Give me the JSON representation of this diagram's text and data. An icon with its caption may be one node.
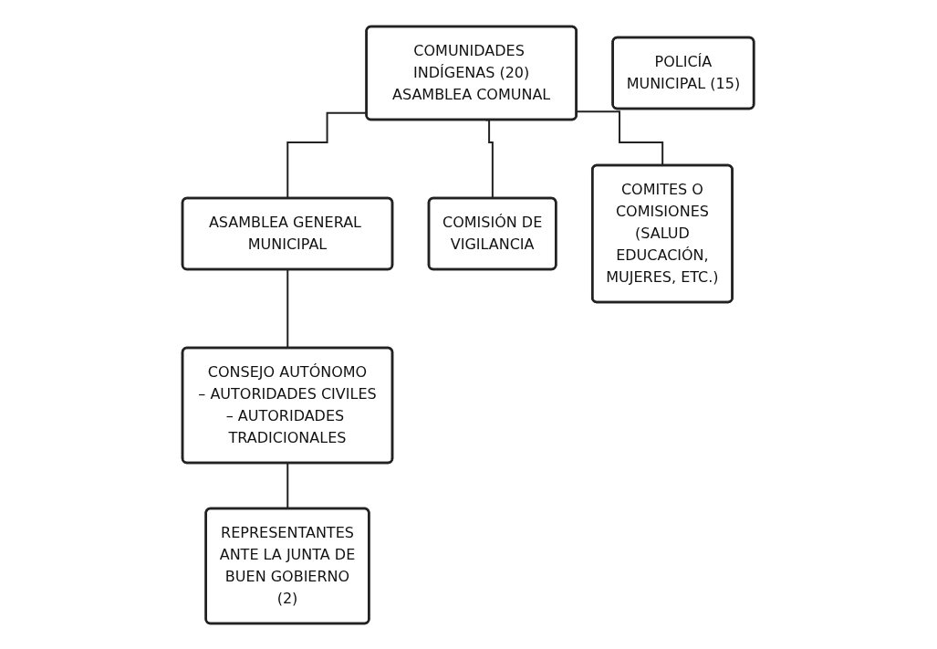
{
  "diagram": {
    "nodes": [
      {
        "text": [
          "COMUNIDADES INDÍGENAS (20)",
          "ASAMBLEA COMUNAL"
        ]
      },
      {
        "text": [
          "ASAMBLEA GENERAL MUNICIPAL"
        ]
      },
      {
        "text": [
          "COMISIÓN DE VIGILANCIA"
        ]
      },
      {
        "text": [
          "CONSEJO AUTÓNOMO",
          "– AUTORIDADES CIVILES",
          "– AUTORIDADES TRADICIONALES"
        ]
      },
      {
        "text": [
          "POLICÍA",
          "MUNICIPAL (15)"
        ]
      },
      {
        "text": [
          "COMITES O COMISIONES (SALUD EDUCACIÓN, MUJERES, ETC.)"
        ]
      },
      {
        "text": [
          "REPRESENTANTES ANTE LA JUNTA DE BUEN GOBIERNO (2)"
        ]
      }
    ],
    "edges": [
      {
        "from": 0,
        "to": 1,
        "arrow": "none"
      },
      {
        "from": 0,
        "to": 2,
        "arrow": "none"
      },
      {
        "from": 0,
        "to": 5,
        "arrow": "none"
      },
      {
        "from": 1,
        "to": 3,
        "arrow": "none"
      },
      {
        "from": 3,
        "to": 6,
        "arrow": "none"
      }
    ]
  }
}
